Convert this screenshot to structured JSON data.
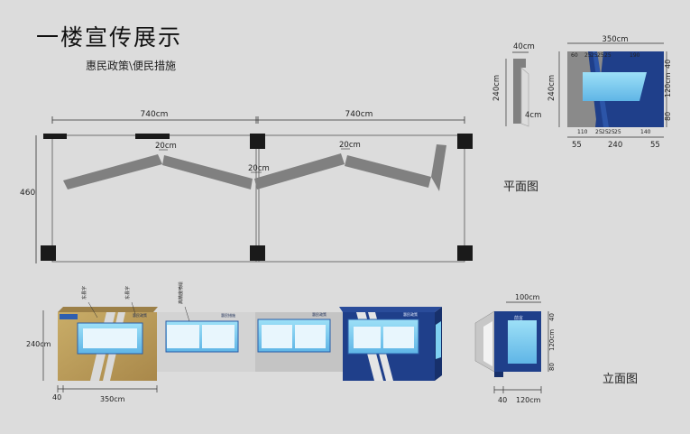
{
  "title": "一楼宣传展示",
  "subtitle": "惠民政策\\便民措施",
  "plan_caption": "平面图",
  "elevation_caption": "立面图",
  "plan": {
    "width_left": "740cm",
    "width_right": "740cm",
    "depth": "460",
    "gap_a": "20cm",
    "gap_b": "20cm",
    "gap_c": "20cm"
  },
  "side_section": {
    "width": "40cm",
    "height": "240cm",
    "depth": "4cm"
  },
  "panel_plan": {
    "width": "350cm",
    "height": "240cm",
    "top_segments": [
      "60",
      "25",
      "25",
      "25",
      "25",
      "190"
    ],
    "bottom_segments": [
      "110",
      "25",
      "25",
      "25",
      "25",
      "140"
    ],
    "bottom_totals": [
      "55",
      "240",
      "55"
    ],
    "right_segments": [
      "40",
      "120cm",
      "80"
    ]
  },
  "elevation": {
    "height": "240cm",
    "depth": "40",
    "width": "350cm",
    "callouts": [
      "东县字",
      "东县字",
      "高精度喷绘"
    ],
    "panel_titles": [
      "惠民政策",
      "惠民措施",
      "惠民政策",
      "惠民政策"
    ]
  },
  "side_elevation": {
    "width_top": "100cm",
    "heading": "前言",
    "right_segments": [
      "40",
      "120cm",
      "80"
    ],
    "bottom_left": "40",
    "bottom_right": "120cm"
  },
  "colors": {
    "background": "#dcdcdc",
    "wall": "#808080",
    "navy": "#1f3f8a",
    "gold": "#b99b55",
    "screen": "#8fd8f4"
  }
}
